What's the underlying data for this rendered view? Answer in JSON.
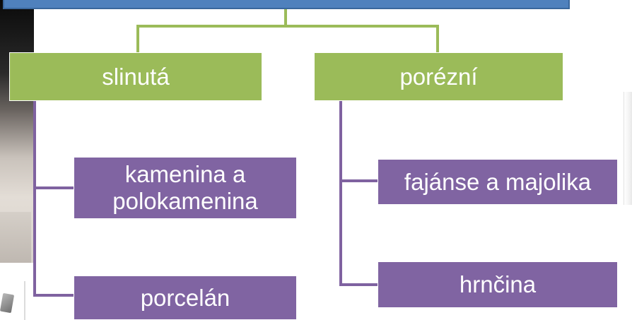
{
  "diagram": {
    "root": {
      "label": ""
    },
    "branches": [
      {
        "label": "slinutá",
        "children": [
          {
            "label": "kamenina a polokamenina"
          },
          {
            "label": "porcelán"
          }
        ]
      },
      {
        "label": "porézní",
        "children": [
          {
            "label": "fajánse a majolika"
          },
          {
            "label": "hrnčina"
          }
        ]
      }
    ],
    "colors": {
      "root": "#4f81bd",
      "level1": "#9bbb59",
      "level2": "#8064a2",
      "text": "#ffffff"
    }
  }
}
